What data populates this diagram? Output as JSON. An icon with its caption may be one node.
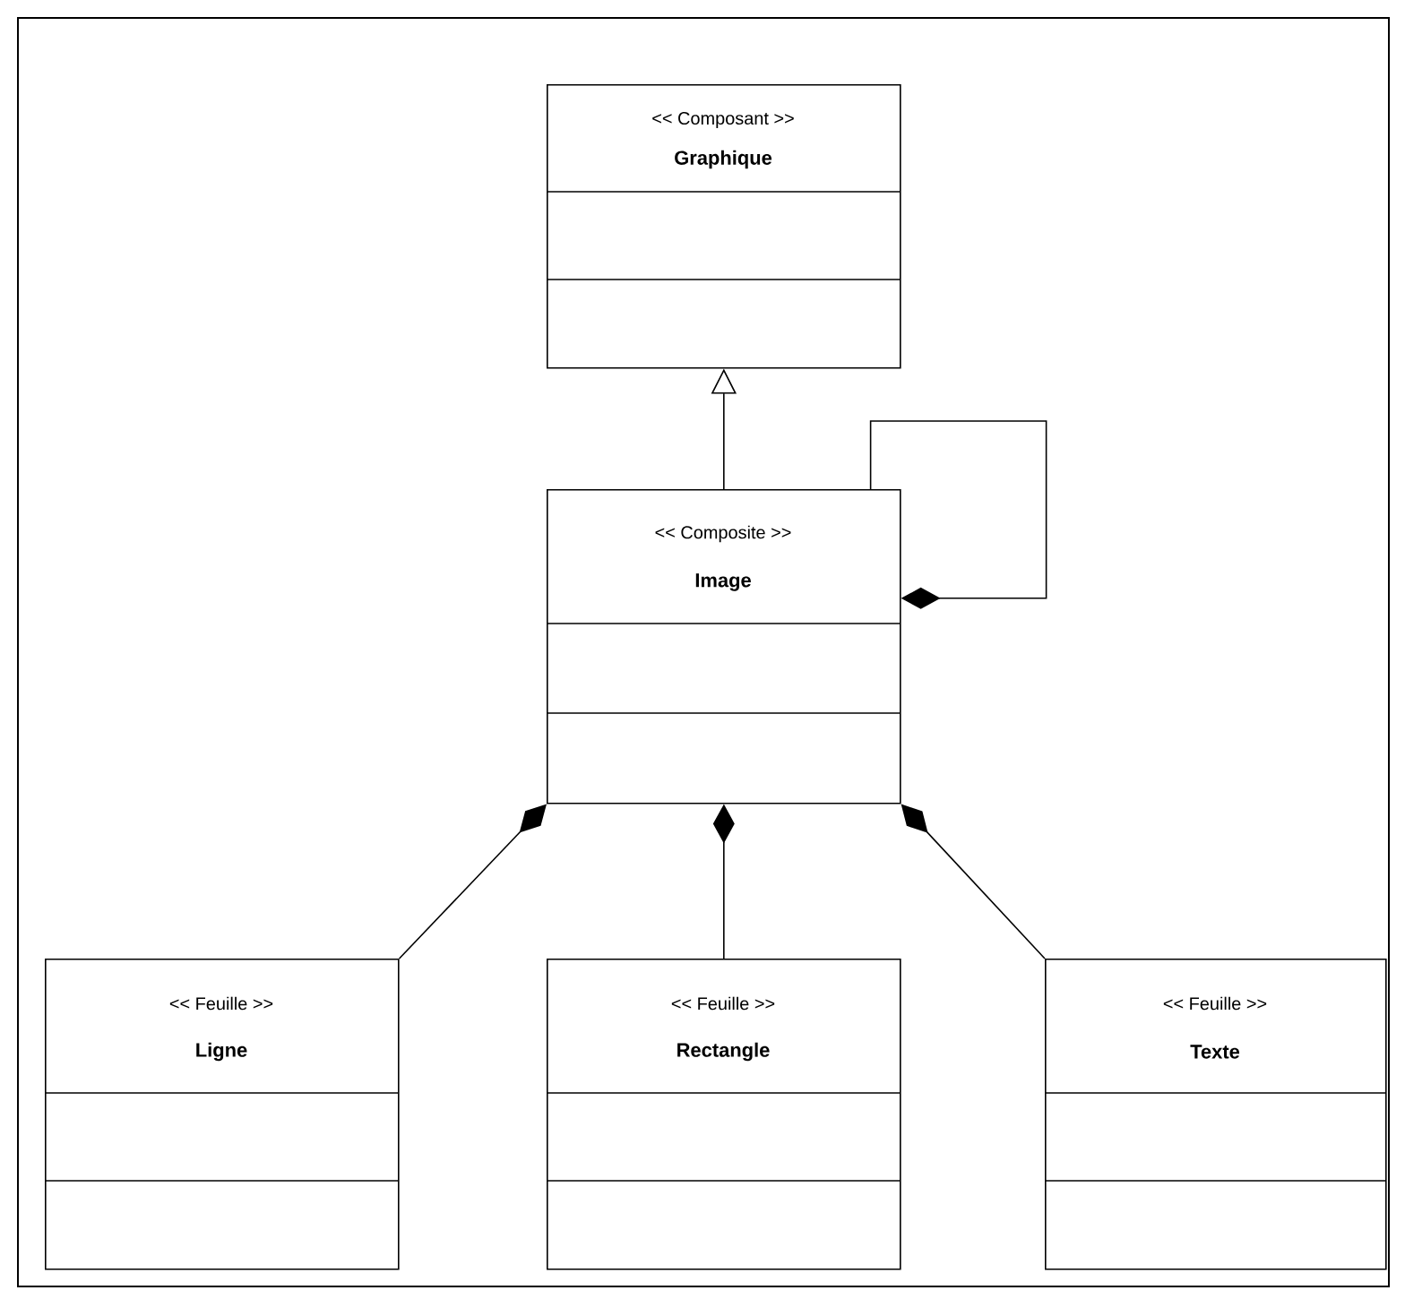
{
  "diagram": {
    "nodes": [
      {
        "text": [
          "<< Composant >>",
          "Graphique"
        ]
      },
      {
        "text": [
          "<< Composite >>",
          "Image"
        ]
      },
      {
        "text": [
          "<< Feuille >>",
          "Ligne"
        ]
      },
      {
        "text": [
          "<< Feuille >>",
          "Rectangle"
        ]
      },
      {
        "text": [
          "<< Feuille >>",
          "Texte"
        ]
      }
    ],
    "edges": [
      {
        "from": 1,
        "to": 0,
        "arrow": "to"
      },
      {
        "from": 1,
        "to": 1,
        "arrow": "other"
      },
      {
        "from": 2,
        "to": 1,
        "arrow": "other"
      },
      {
        "from": 3,
        "to": 1,
        "arrow": "other"
      },
      {
        "from": 4,
        "to": 1,
        "arrow": "other"
      }
    ]
  }
}
